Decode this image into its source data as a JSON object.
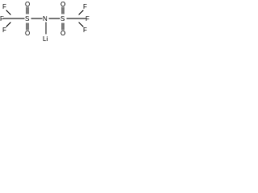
{
  "molecule": {
    "atoms": {
      "f_left_top": "F",
      "f_left_side": "F",
      "f_left_bottom": "F",
      "s_left": "S",
      "o_left_top": "O",
      "o_left_bottom": "O",
      "n_center": "N",
      "s_right": "S",
      "o_right_top": "O",
      "o_right_bottom": "O",
      "f_right_top": "F",
      "f_right_side": "F",
      "f_right_bottom": "F",
      "li": "Li"
    },
    "colors": {
      "bond": "#000000",
      "text": "#000000",
      "background": "#ffffff"
    }
  }
}
